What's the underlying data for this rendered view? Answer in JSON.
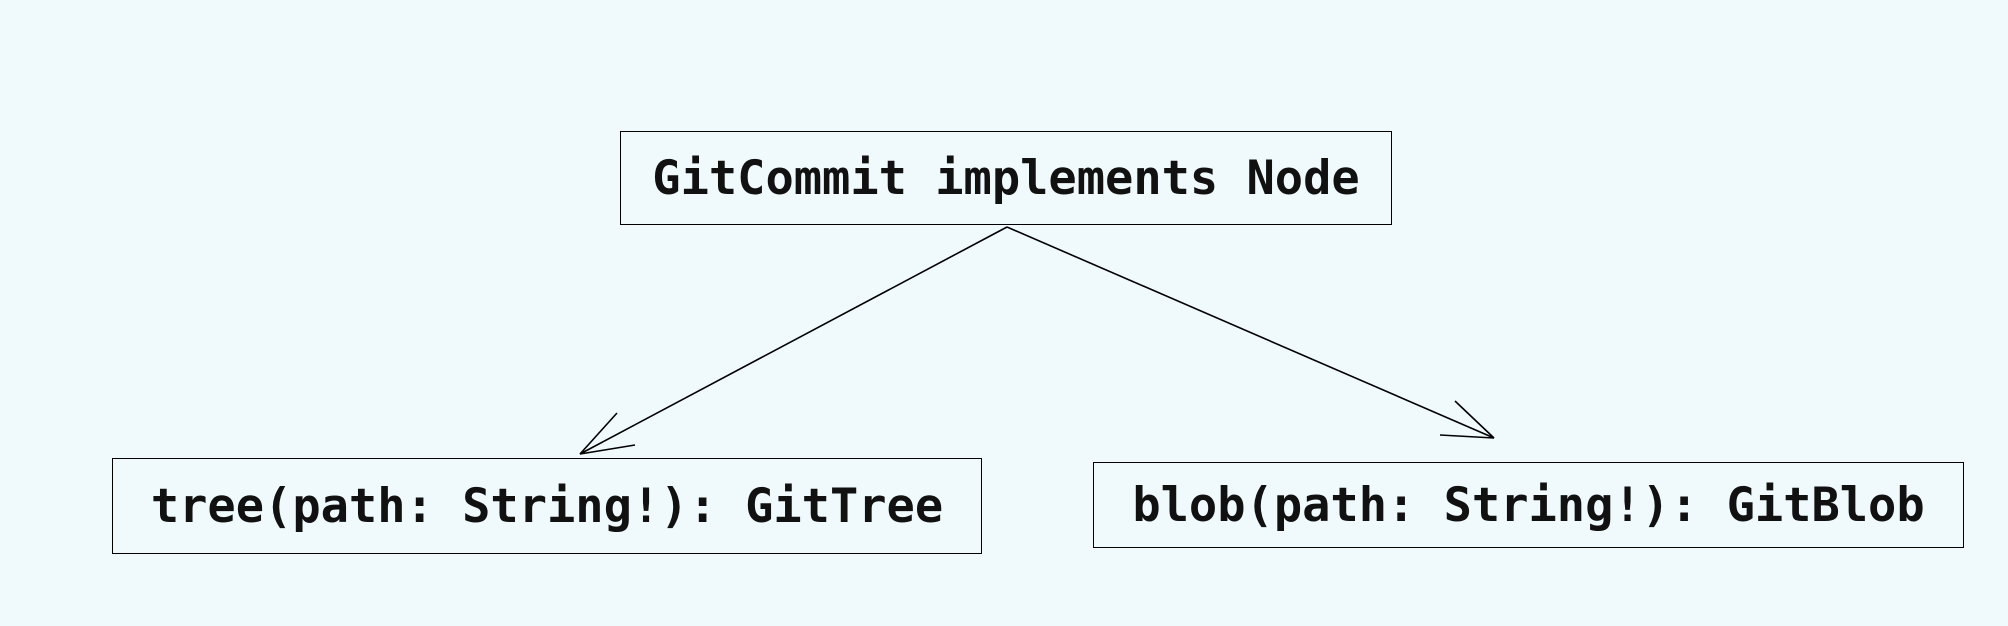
{
  "diagram": {
    "nodes": {
      "root": {
        "label": "GitCommit implements Node"
      },
      "left": {
        "label": "tree(path: String!): GitTree"
      },
      "right": {
        "label": "blob(path: String!): GitBlob"
      }
    },
    "edges": [
      {
        "from": "root",
        "to": "left"
      },
      {
        "from": "root",
        "to": "right"
      }
    ],
    "colors": {
      "background": "#f0fafd",
      "stroke": "#000000",
      "text": "#111111"
    }
  }
}
